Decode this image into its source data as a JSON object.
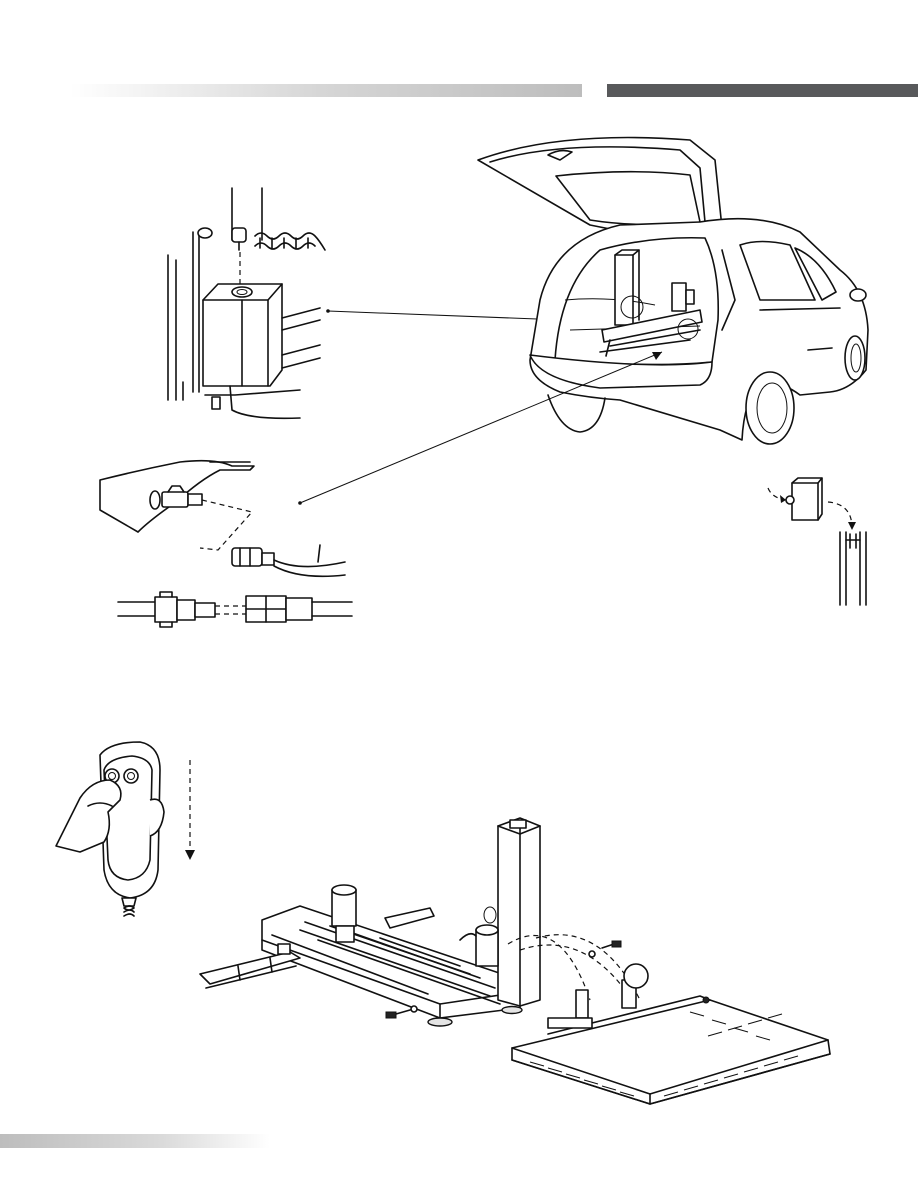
{
  "page": {
    "title": "",
    "accent_colors": {
      "header_dark": "#58595b",
      "header_gradient_end": "#bdbdbd",
      "line_art": "#111111"
    }
  },
  "illustrations": [
    {
      "id": "control-box-mount",
      "icon": "control-box-icon"
    },
    {
      "id": "minivan-rear-view",
      "icon": "minivan-icon"
    },
    {
      "id": "harness-connector",
      "icon": "plug-connector-icon"
    },
    {
      "id": "socket-to-mast",
      "icon": "mast-socket-icon"
    },
    {
      "id": "hand-pendant",
      "icon": "pendant-control-icon"
    },
    {
      "id": "lift-assembly",
      "icon": "platform-lift-icon"
    }
  ]
}
